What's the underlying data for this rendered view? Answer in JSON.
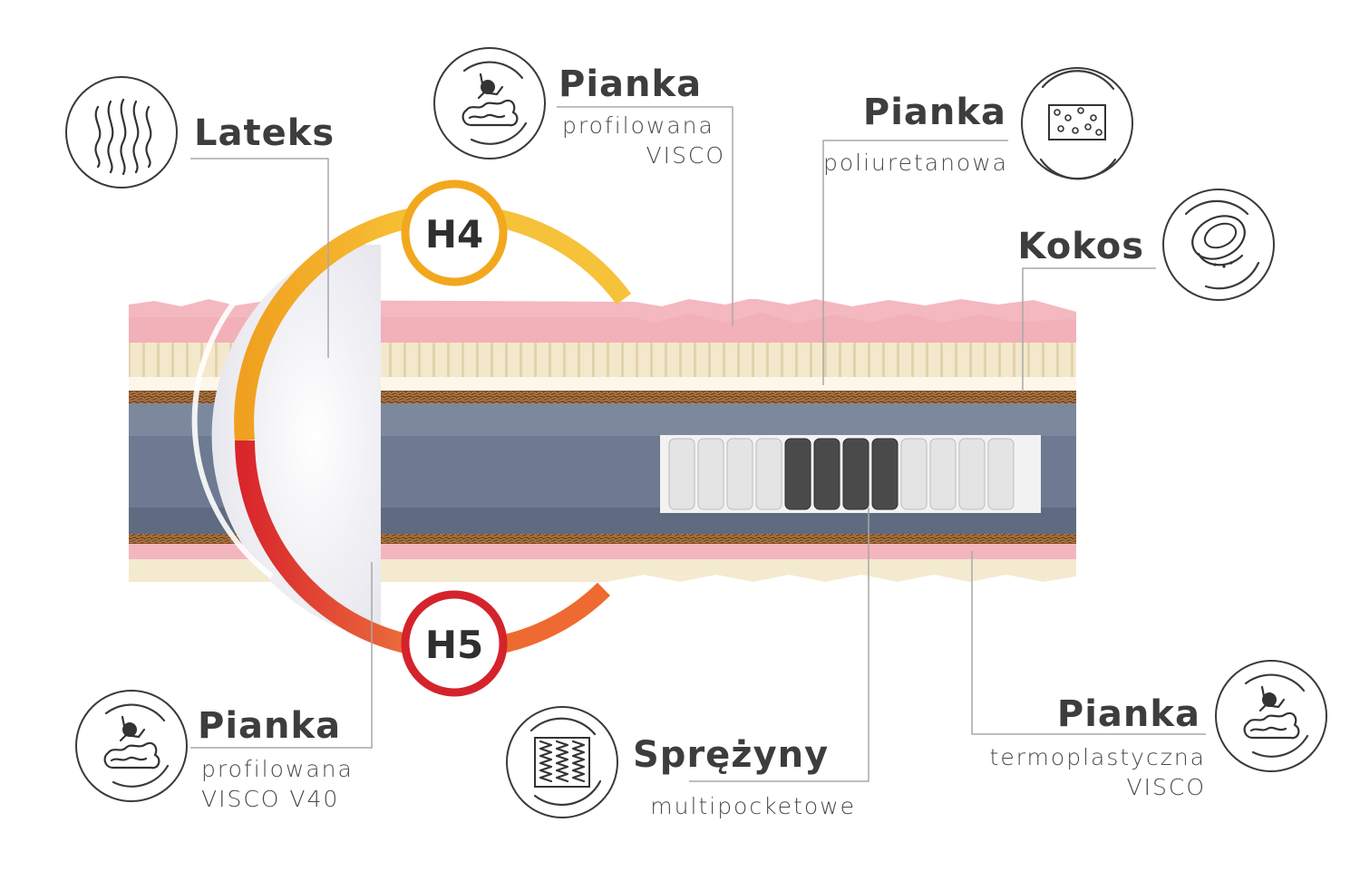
{
  "colors": {
    "pink_foam": "#f3b6bf",
    "latex": "#f1e6c8",
    "coconut": "#8a5a30",
    "pocket_frame": "#6d7a91",
    "springs_light": "#dcdcdc",
    "springs_dark": "#474747",
    "h4_ring": "#f2a81e",
    "h5_ring": "#d4232c",
    "arc_orange": "#ef7a2a"
  },
  "firmness": {
    "top": "H4",
    "bottom": "H5"
  },
  "labels": {
    "lateks": {
      "title": "Lateks",
      "icon": "waves-icon"
    },
    "visco_top": {
      "title": "Pianka",
      "line1": "profilowana",
      "line2": "VISCO",
      "icon": "hand-press-icon"
    },
    "poliuretan": {
      "title": "Pianka",
      "line1": "poliuretanowa",
      "icon": "foam-cells-icon"
    },
    "kokos": {
      "title": "Kokos",
      "icon": "coconut-icon"
    },
    "visco_bottom": {
      "title": "Pianka",
      "line1": "profilowana",
      "line2": "VISCO V40",
      "icon": "hand-press-icon"
    },
    "sprezyny": {
      "title": "Sprężyny",
      "line1": "multipocketowe",
      "icon": "springs-icon"
    },
    "termo": {
      "title": "Pianka",
      "line1": "termoplastyczna",
      "line2": "VISCO",
      "icon": "hand-press-icon"
    }
  }
}
